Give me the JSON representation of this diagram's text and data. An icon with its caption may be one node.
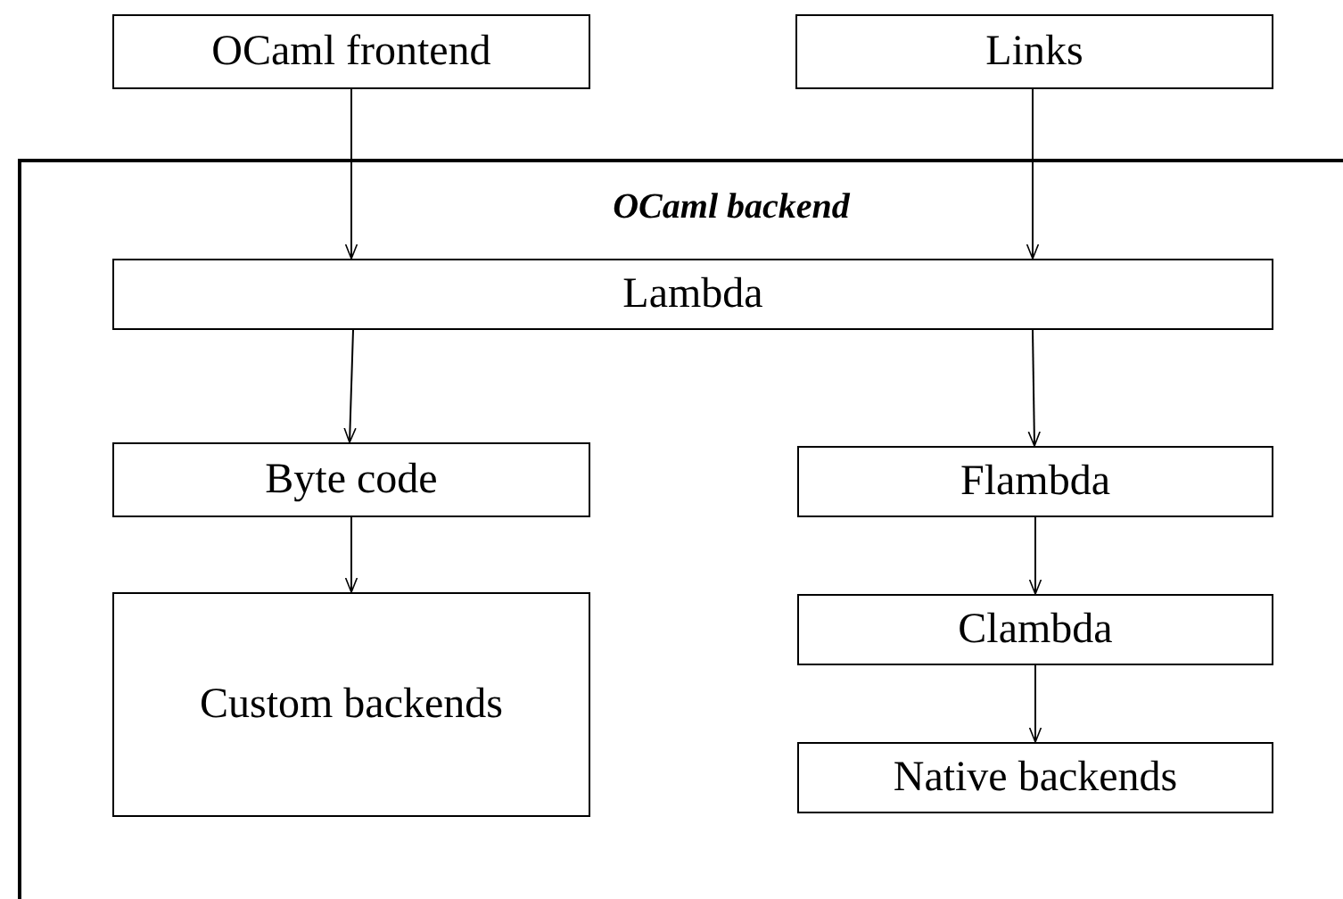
{
  "diagram": {
    "nodes": [
      {
        "text": [
          "OCaml frontend"
        ]
      },
      {
        "text": [
          "Links"
        ]
      },
      {
        "text": [
          "OCaml backend"
        ]
      },
      {
        "text": [
          "Lambda"
        ],
        "in": 2
      },
      {
        "text": [
          "Byte code"
        ],
        "in": 2
      },
      {
        "text": [
          "Flambda"
        ],
        "in": 2
      },
      {
        "text": [
          "Custom backends"
        ],
        "in": 2
      },
      {
        "text": [
          "Clambda"
        ],
        "in": 2
      },
      {
        "text": [
          "Native backends"
        ],
        "in": 2
      }
    ],
    "edges": [
      {
        "from": 0,
        "to": 3,
        "arrow": "to"
      },
      {
        "from": 1,
        "to": 3,
        "arrow": "to"
      },
      {
        "from": 3,
        "to": 4,
        "arrow": "to"
      },
      {
        "from": 3,
        "to": 5,
        "arrow": "to"
      },
      {
        "from": 4,
        "to": 6,
        "arrow": "to"
      },
      {
        "from": 5,
        "to": 7,
        "arrow": "to"
      },
      {
        "from": 7,
        "to": 8,
        "arrow": "to"
      }
    ]
  }
}
